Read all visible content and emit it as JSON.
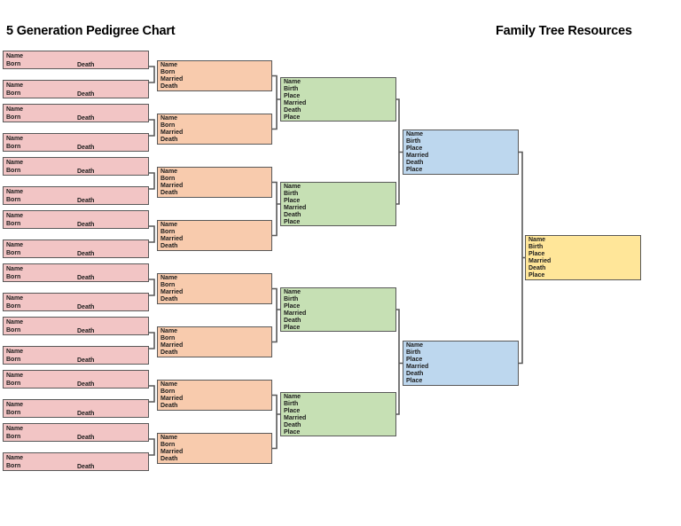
{
  "page": {
    "title": "5 Generation Pedigree Chart",
    "brand": "Family Tree Resources"
  },
  "structure": {
    "generations": 5,
    "boxes_per_generation": [
      16,
      8,
      4,
      2,
      1
    ]
  },
  "fields": {
    "gen1": [
      "Name",
      "Born",
      "Death"
    ],
    "gen2": [
      "Name",
      "Born",
      "Married",
      "Death"
    ],
    "gen3": [
      "Name",
      "Birth",
      "Place",
      "Married",
      "Death",
      "Place"
    ],
    "gen4": [
      "Name",
      "Birth",
      "Place",
      "Married",
      "Death",
      "Place"
    ],
    "gen5": [
      "Name",
      "Birth",
      "Place",
      "Married",
      "Death",
      "Place"
    ]
  },
  "colors": {
    "gen1_fill": "#F2C5C5",
    "gen2_fill": "#F8CBAD",
    "gen3_fill": "#C6E0B4",
    "gen4_fill": "#BDD7EE",
    "gen5_fill": "#FFE699",
    "box_border": "#595959",
    "connector": "#595959",
    "title_text": "#000000"
  }
}
